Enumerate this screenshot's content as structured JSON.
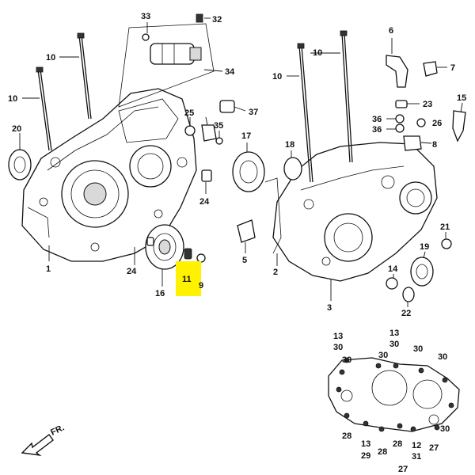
{
  "highlight_color": "#fff200",
  "line_color": "#111111",
  "labels": {
    "p1": "1",
    "p2": "2",
    "p3": "3",
    "p5": "5",
    "p6": "6",
    "p7": "7",
    "p8": "8",
    "p9": "9",
    "p10a": "10",
    "p10b": "10",
    "p10c": "10",
    "p10d": "10",
    "p11": "11",
    "p12": "12",
    "p13a": "13",
    "p13b": "13",
    "p13c": "13",
    "p14": "14",
    "p15": "15",
    "p16": "16",
    "p17": "17",
    "p18": "18",
    "p19": "19",
    "p20": "20",
    "p21": "21",
    "p22": "22",
    "p23": "23",
    "p24a": "24",
    "p24b": "24",
    "p25": "25",
    "p26": "26",
    "p27a": "27",
    "p27b": "27",
    "p28a": "28",
    "p28b": "28",
    "p28c": "28",
    "p29": "29",
    "p30a": "30",
    "p30b": "30",
    "p30c": "30",
    "p30d": "30",
    "p30e": "30",
    "p30f": "30",
    "p31": "31",
    "p32": "32",
    "p33": "33",
    "p34": "34",
    "p35": "35",
    "p36a": "36",
    "p36b": "36",
    "p37": "37"
  },
  "direction_label": "FR."
}
